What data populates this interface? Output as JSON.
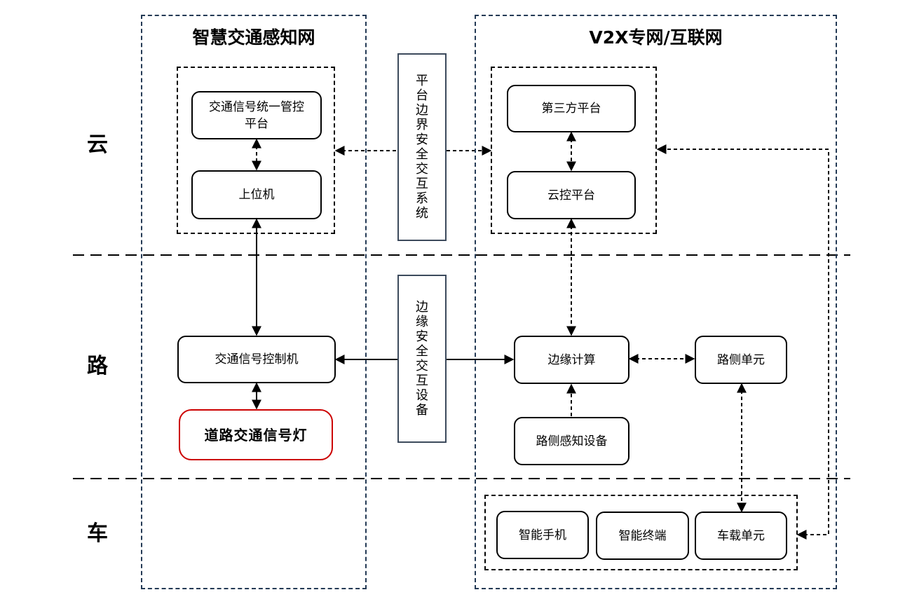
{
  "zones": {
    "left_title": "智慧交通感知网",
    "right_title": "V2X专网/互联网"
  },
  "layers": {
    "cloud": "云",
    "road": "路",
    "vehicle": "车"
  },
  "systems": {
    "platform_boundary": [
      "平",
      "台",
      "边",
      "界",
      "安",
      "全",
      "交",
      "互",
      "系",
      "统"
    ],
    "edge_security": [
      "边",
      "缘",
      "安",
      "全",
      "交",
      "互",
      "设",
      "备"
    ]
  },
  "nodes": {
    "signal_platform": "交通信号统一管控平台",
    "host_computer": "上位机",
    "third_party": "第三方平台",
    "cloud_control": "云控平台",
    "signal_controller": "交通信号控制机",
    "traffic_light": "道路交通信号灯",
    "edge_computing": "边缘计算",
    "rsu": "路侧单元",
    "roadside_sensor": "路侧感知设备",
    "smartphone": "智能手机",
    "smart_terminal": "智能终端",
    "obu": "车载单元"
  },
  "colors": {
    "zone_border": "#243a55",
    "system_border": "#3c4a5c",
    "highlight": "#cc0000"
  }
}
